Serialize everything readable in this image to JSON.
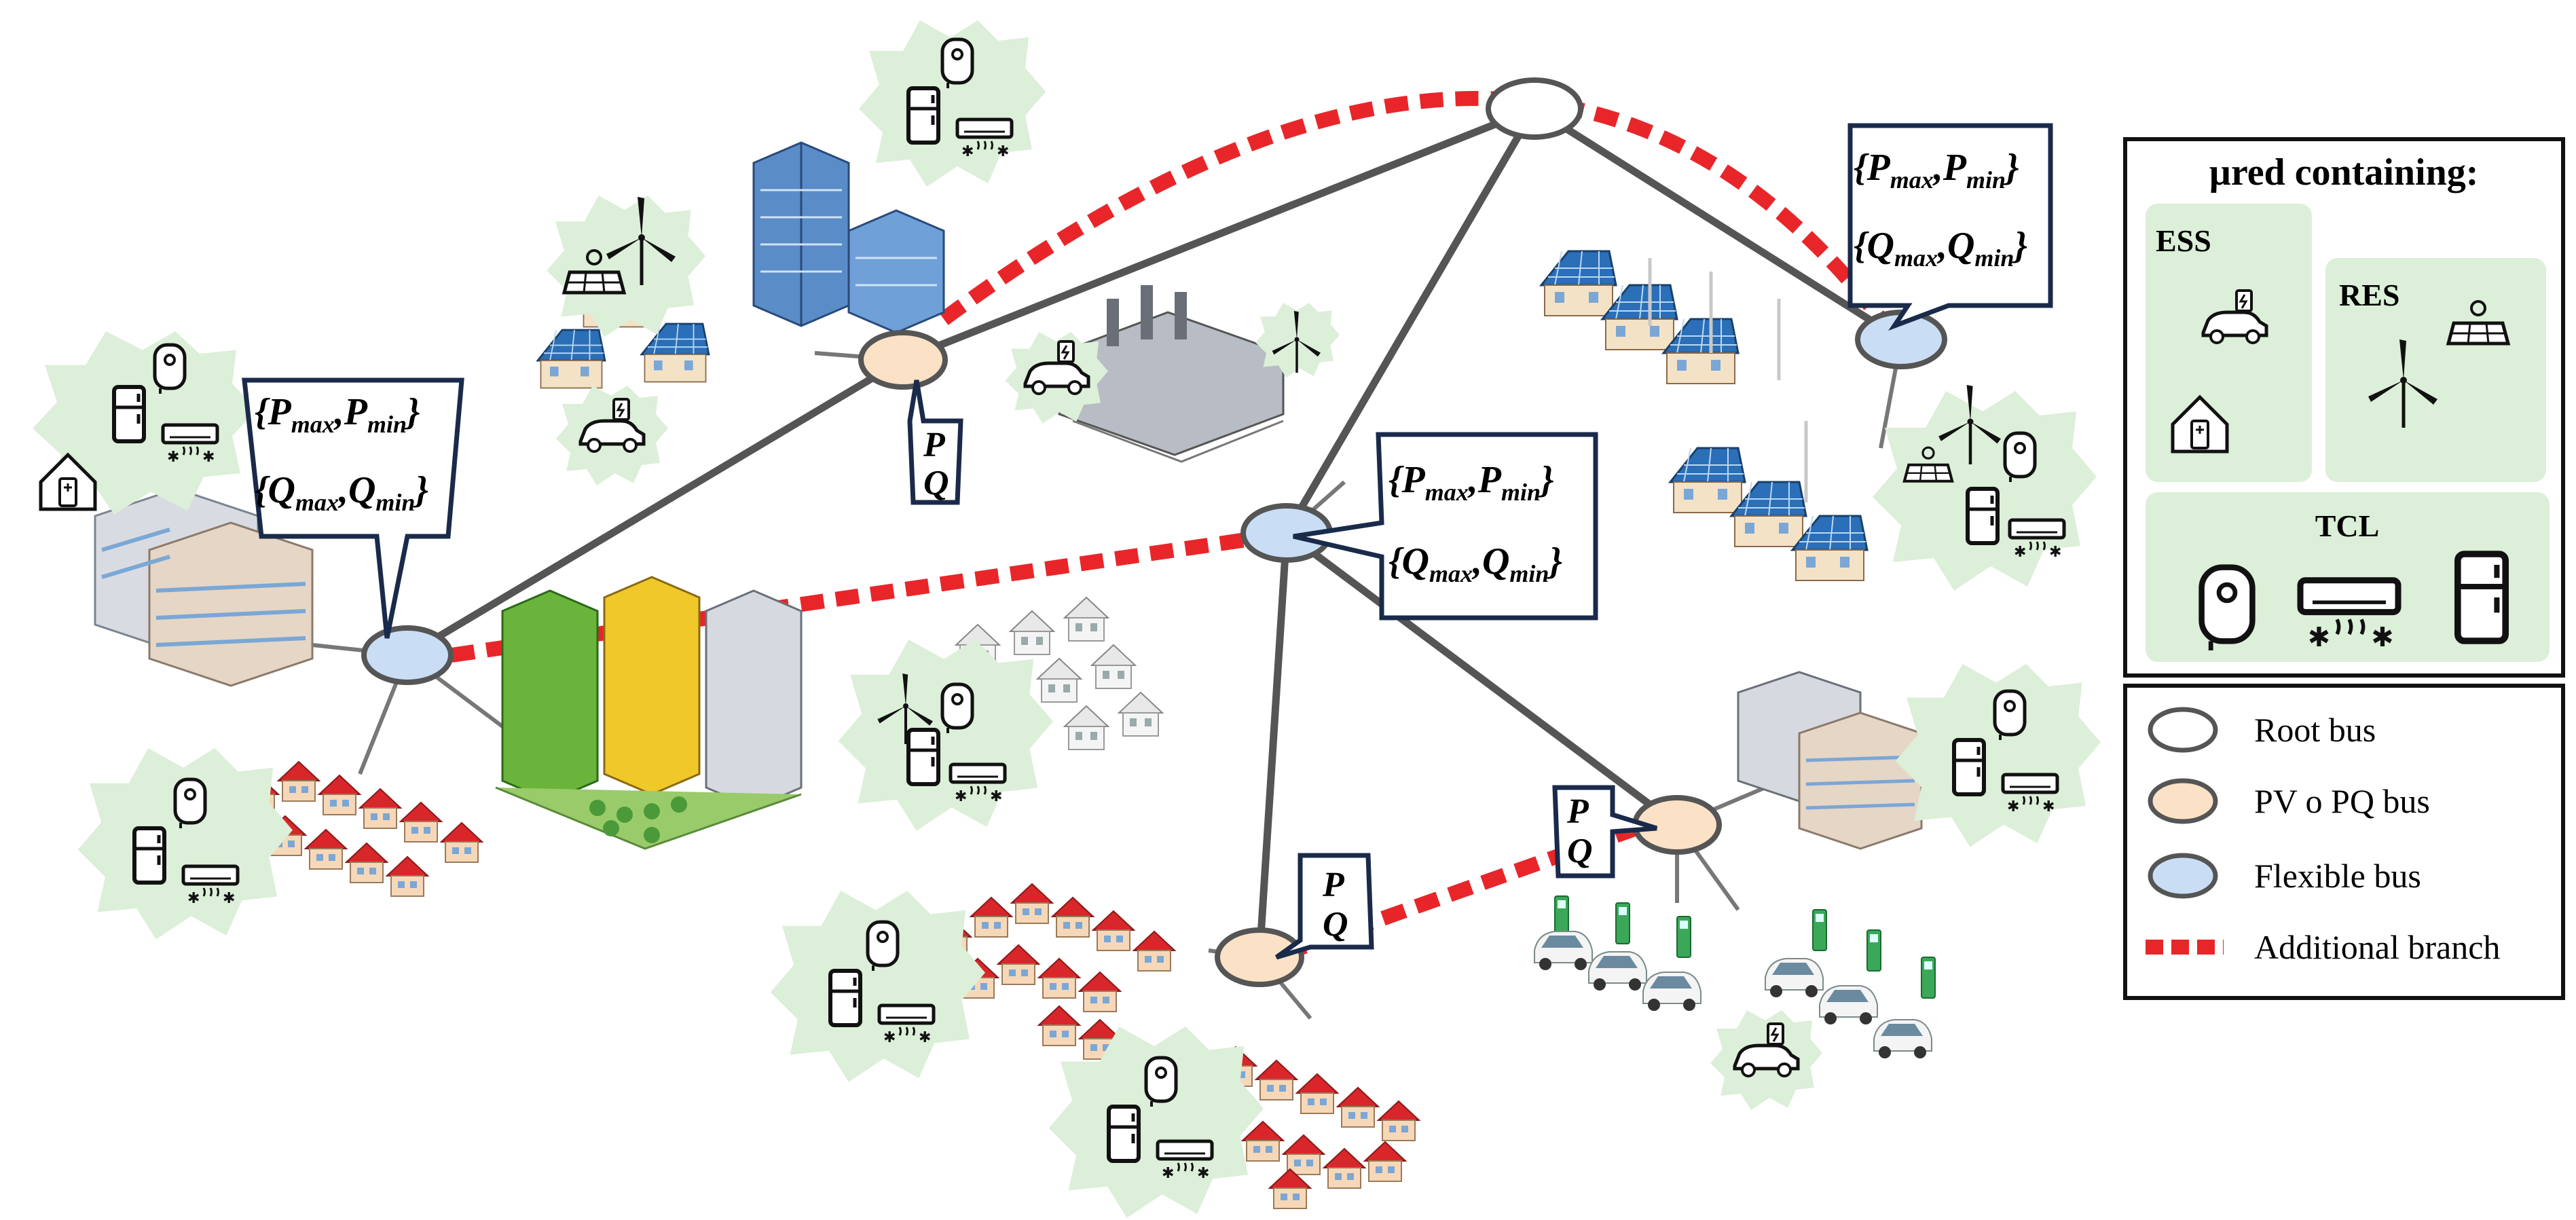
{
  "legend_top": {
    "title": "µred containing:",
    "ess_label": "ESS",
    "res_label": "RES",
    "tcl_label": "TCL"
  },
  "legend_bottom": {
    "items": [
      {
        "label": "Root bus",
        "color": "#ffffff"
      },
      {
        "label": "PV o PQ bus",
        "color": "#fbe1c6"
      },
      {
        "label": "Flexible bus",
        "color": "#c9def5"
      },
      {
        "label": "Additional branch",
        "color": "#e8262a"
      }
    ]
  },
  "callouts": {
    "flex_line1_open": "{",
    "P": "P",
    "max_sub": "max",
    "min_sub": "min",
    "comma": ",",
    "flex_line1_close": "}",
    "Q": "Q",
    "pq_P": "P",
    "pq_Q": "Q"
  },
  "colors": {
    "line": "#5a5a5a",
    "red_branch": "#e8262a",
    "green_blob": "#dcefd8",
    "flex_bus": "#c9def5",
    "pq_bus": "#fbe1c6",
    "callout_border": "#1a2a4a"
  },
  "icons": [
    "water-heater-icon",
    "fridge-icon",
    "air-conditioner-icon",
    "wind-turbine-icon",
    "solar-panel-icon",
    "electric-car-icon",
    "battery-house-icon",
    "house-icon",
    "building-icon",
    "factory-icon",
    "ev-charger-icon"
  ]
}
